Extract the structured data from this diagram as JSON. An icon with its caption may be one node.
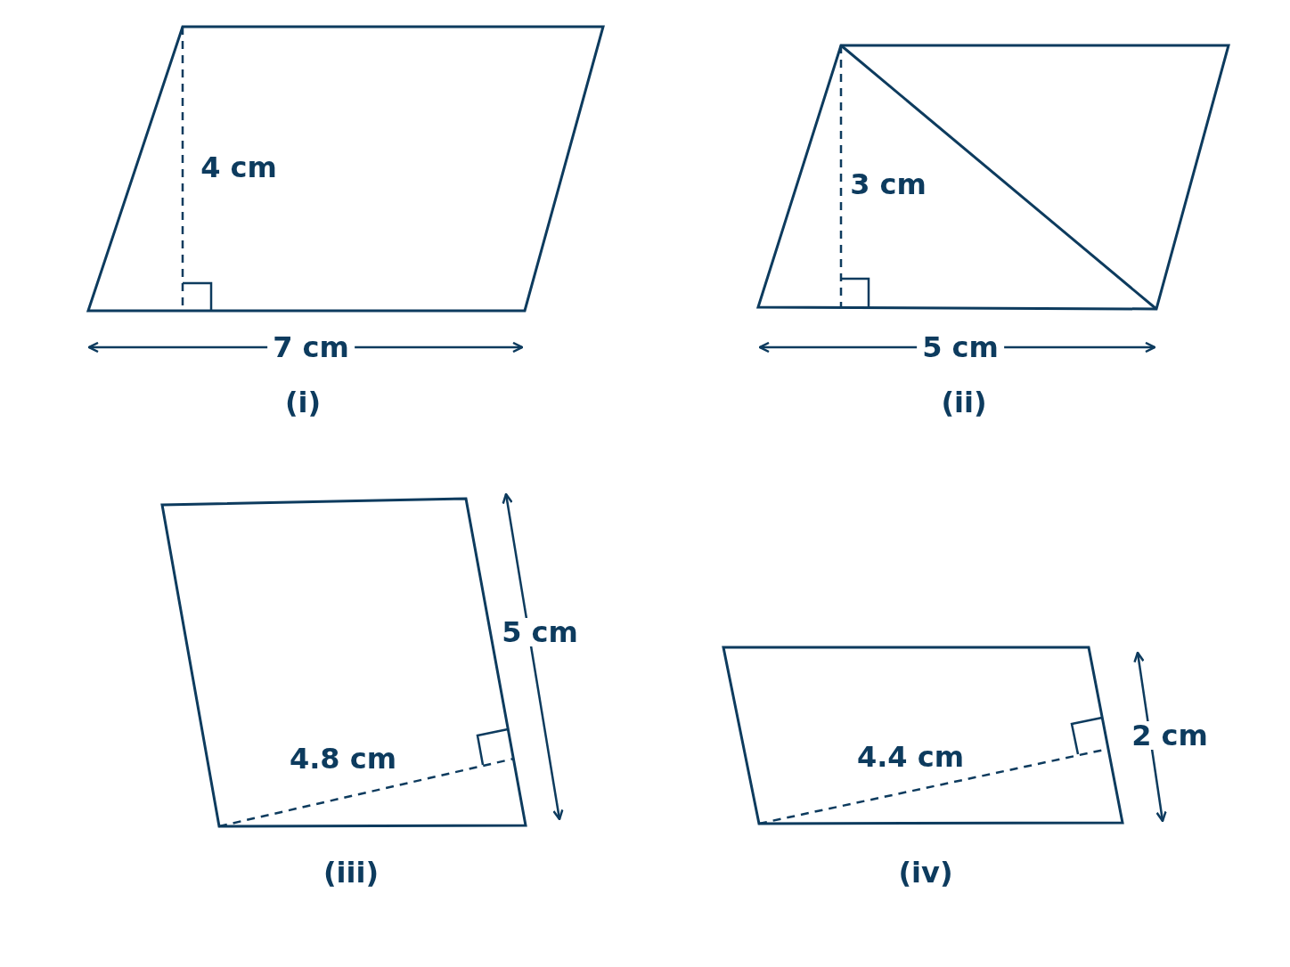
{
  "diagram": {
    "nodes": [
      {
        "text": [],
        "shape": "parallelogram",
        "beside": [
          "(i)"
        ]
      },
      {
        "text": [],
        "shape": "parallelogram",
        "beside": [
          "(ii)"
        ]
      },
      {
        "text": [],
        "shape": "parallelogram",
        "beside": [
          "(iii)"
        ]
      },
      {
        "text": [],
        "shape": "parallelogram",
        "beside": [
          "(iv)"
        ]
      }
    ],
    "labels": [
      "4 cm",
      "7 cm",
      "3 cm",
      "5 cm",
      "5 cm",
      "4.8 cm",
      "2 cm",
      "4.4 cm"
    ]
  }
}
